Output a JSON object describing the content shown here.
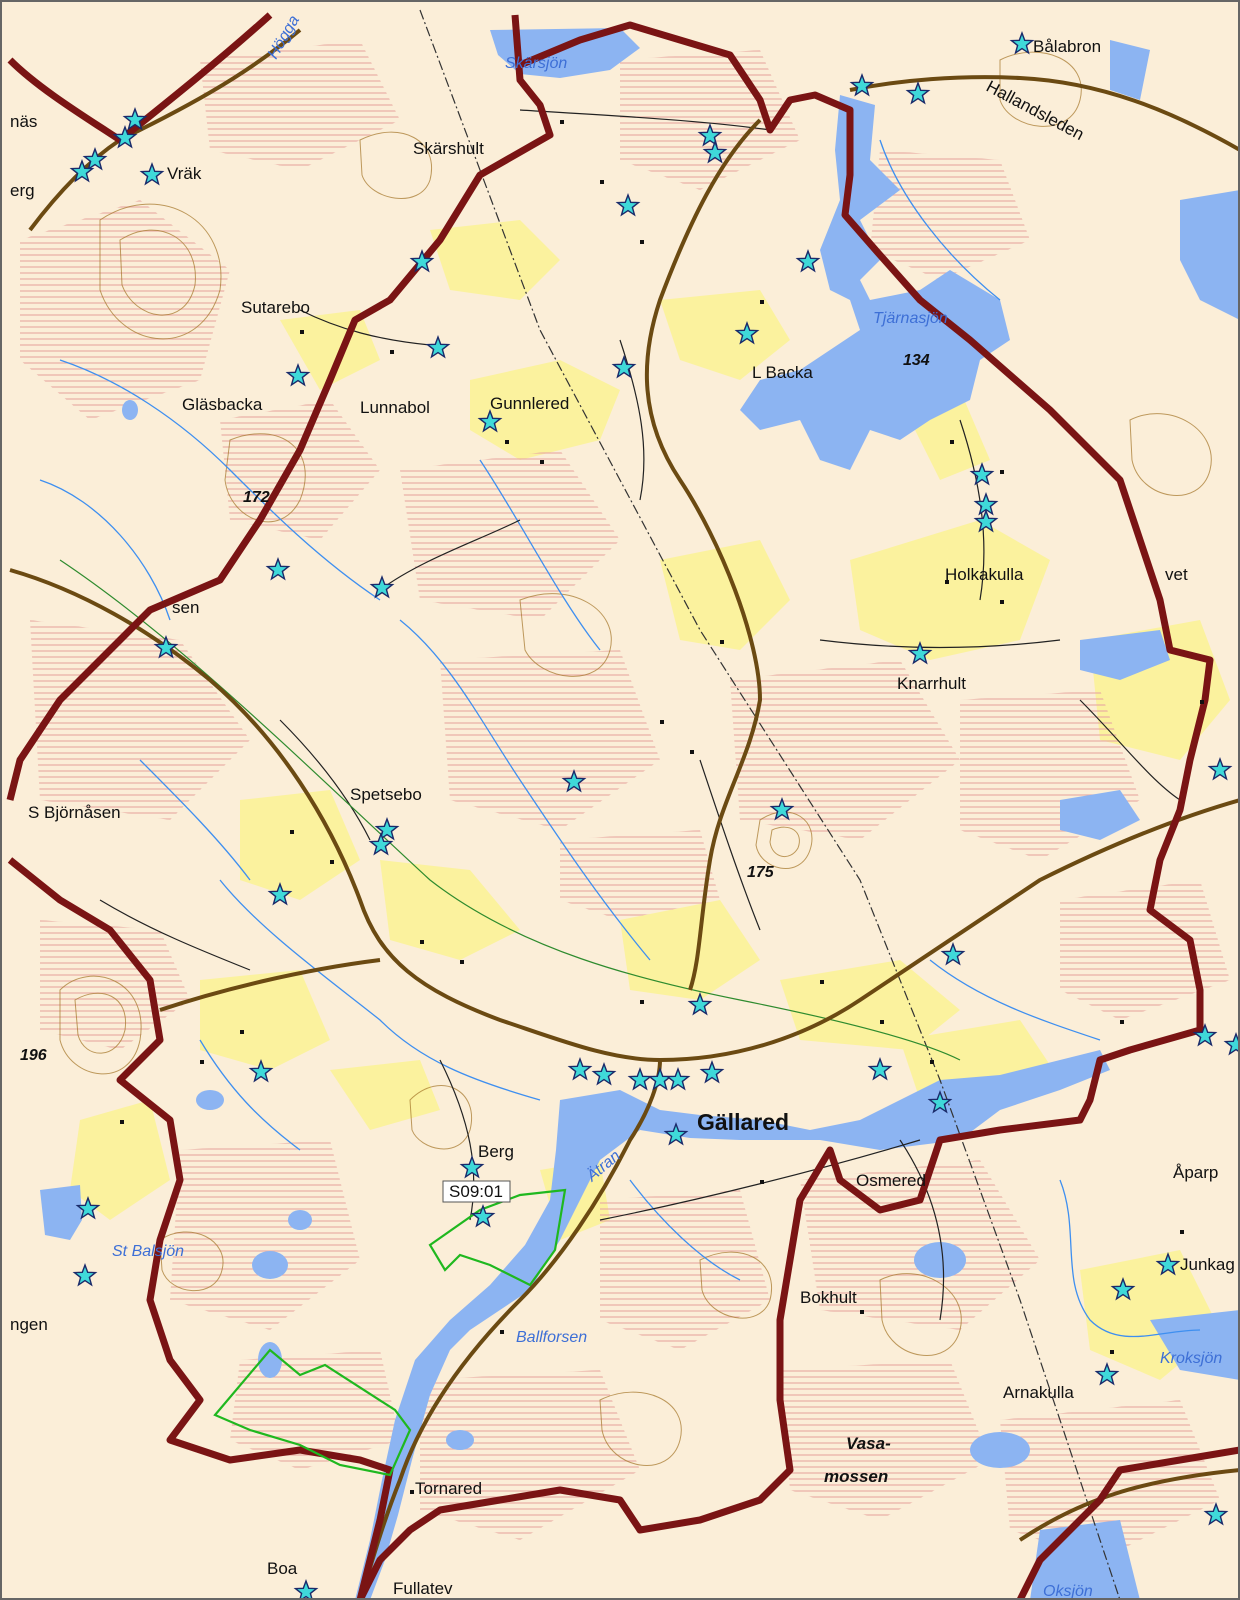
{
  "map": {
    "places": {
      "balabron": "Bålabron",
      "skarshult": "Skärshult",
      "vrak": "Vräk",
      "sutarebo": "Sutarebo",
      "glasbacka": "Gläsbacka",
      "lunnabol": "Lunnabol",
      "gunnlered": "Gunnlered",
      "l_backa": "L Backa",
      "holkakulla": "Holkakulla",
      "knarrhult": "Knarrhult",
      "spetsebo": "Spetsebo",
      "s_bjornasen": "S Björnåsen",
      "gallared": "Gällared",
      "berg": "Berg",
      "osmered": "Osmered",
      "aparp": "Åparp",
      "bokhult": "Bokhult",
      "arnakulla": "Arnakulla",
      "tornared": "Tornared",
      "boa": "Boa",
      "edge_nas": "näs",
      "edge_erg": "erg",
      "edge_sen": "sen",
      "edge_ngen": "ngen",
      "edge_junkag": "Junkag",
      "edge_vet": "vet"
    },
    "water": {
      "skarsjon": "Skärsjön",
      "tjarnasjon": "Tjärnasjön",
      "atran": "Ätran",
      "st_balsjon": "St Balsjön",
      "ballforsen": "Ballforsen",
      "kroksjon": "Kroksjön",
      "oksjon": "Oksjön",
      "hogga": "Högga",
      "hallandsleden": "Hallandsleden"
    },
    "wetland": {
      "vasa": "Vasa-",
      "mossen": "mossen"
    },
    "elevations": {
      "e134": "134",
      "e172": "172",
      "e175": "175",
      "e196": "196"
    },
    "site_label": "S09:01",
    "edge_fragment": "Fullatev",
    "icons": [
      "star-marker-icon",
      "site-label-box"
    ],
    "colors": {
      "background": "#fbeed8",
      "field": "#fbf29e",
      "water": "#8cb4f2",
      "boundary": "#7a1414",
      "road": "#6b4a12",
      "stream": "#3e8ff0",
      "green_area": "#1fb81f",
      "star": "#3fd9d9"
    }
  }
}
